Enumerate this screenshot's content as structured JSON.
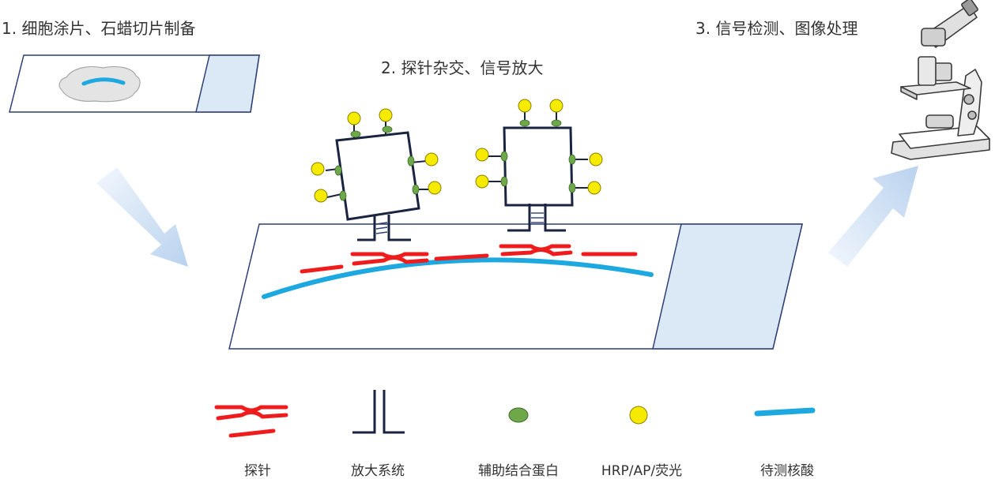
{
  "steps": [
    {
      "label": "1. 细胞涂片、石蜡切片制备"
    },
    {
      "label": "2. 探针杂交、信号放大"
    },
    {
      "label": "3. 信号检测、图像处理"
    }
  ],
  "legend": [
    {
      "label": "探针"
    },
    {
      "label": "放大系统"
    },
    {
      "label": "辅助结合蛋白"
    },
    {
      "label": "HRP/AP/荧光"
    },
    {
      "label": "待测核酸"
    }
  ],
  "colors": {
    "probe": "#ee1c1c",
    "amplifier": "#1a2340",
    "binding_protein": "#6fa84a",
    "label_dot": "#f5ea00",
    "target_nucleic_acid": "#1ea8e0",
    "slide_outline": "#2e3f74",
    "slide_frost": "#dbe8f6",
    "arrow": "#c9dcf1"
  }
}
